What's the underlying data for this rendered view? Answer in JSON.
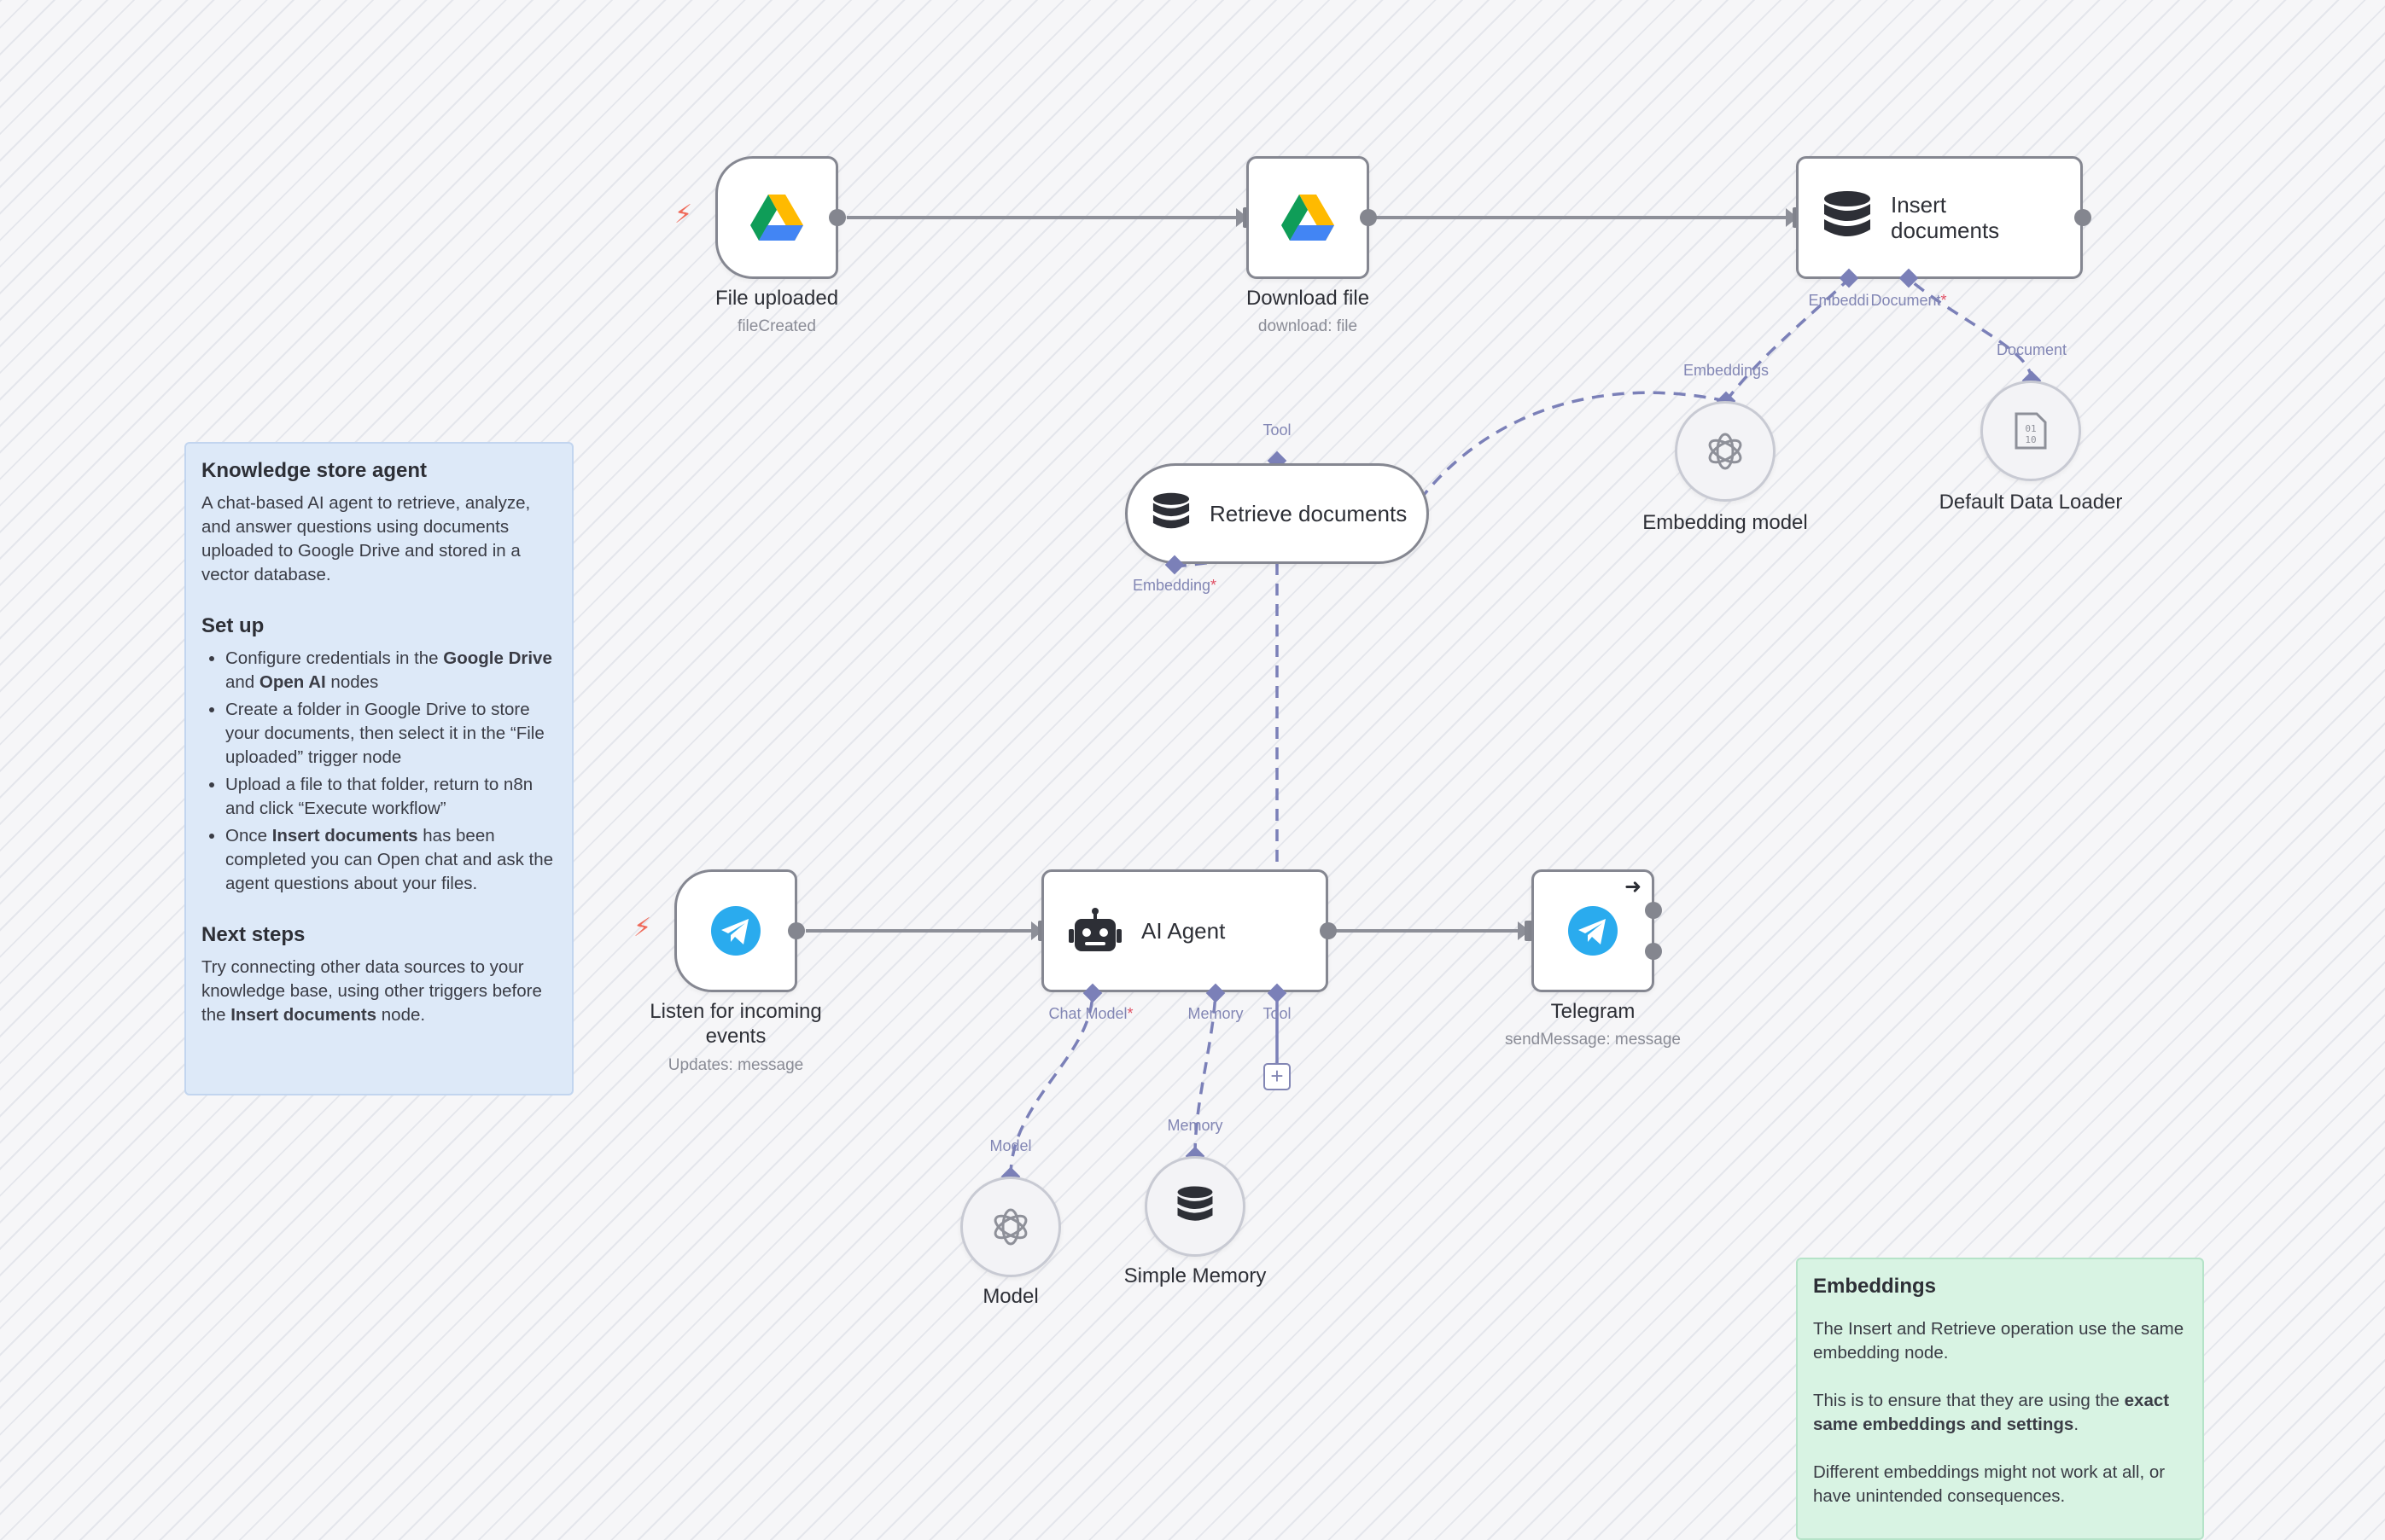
{
  "colors": {
    "accent": "#7b80b8",
    "node_border": "#858791",
    "trigger_bolt": "#ef6a5a",
    "sticky_blue": "#dde9f8",
    "sticky_green": "#d8f3e3"
  },
  "nodes": {
    "file_uploaded": {
      "label": "File uploaded",
      "sub": "fileCreated",
      "icon": "google-drive-icon"
    },
    "download_file": {
      "label": "Download file",
      "sub": "download: file",
      "icon": "google-drive-icon"
    },
    "insert_documents": {
      "label_line1": "Insert",
      "label_line2": "documents",
      "icon": "database-icon"
    },
    "retrieve_documents": {
      "label": "Retrieve documents",
      "icon": "database-icon"
    },
    "embedding_model": {
      "label": "Embedding model",
      "icon": "openai-icon"
    },
    "default_data_loader": {
      "label": "Default Data Loader",
      "icon": "binary-file-icon"
    },
    "listen": {
      "label_line1": "Listen for incoming",
      "label_line2": "events",
      "sub": "Updates: message",
      "icon": "telegram-icon"
    },
    "ai_agent": {
      "label": "AI Agent",
      "icon": "robot-icon"
    },
    "telegram": {
      "label": "Telegram",
      "sub": "sendMessage: message",
      "icon": "telegram-icon"
    },
    "model": {
      "label": "Model",
      "icon": "openai-icon"
    },
    "simple_memory": {
      "label": "Simple Memory",
      "icon": "database-icon"
    }
  },
  "ports": {
    "insert_embedding": "Embeddi",
    "insert_document": "Document",
    "embeddings": "Embeddings",
    "document": "Document",
    "tool_top": "Tool",
    "retrieve_embedding": "Embedding",
    "chat_model": "Chat Model",
    "memory": "Memory",
    "tool": "Tool",
    "model": "Model",
    "memory_bottom": "Memory",
    "required_mark": "*"
  },
  "sticky_knowledge": {
    "title": "Knowledge store agent",
    "intro": "A chat-based AI agent to retrieve, analyze, and answer questions using documents uploaded to Google Drive and stored in a vector database.",
    "setup_title": "Set up",
    "b1_pre": "Configure credentials in the ",
    "b1_bold1": "Google Drive",
    "b1_mid": " and ",
    "b1_bold2": "Open AI",
    "b1_post": " nodes",
    "b2": "Create a folder in Google Drive to store your documents, then select it in the “File uploaded” trigger node",
    "b3": "Upload a file to that folder, return to n8n and click “Execute workflow”",
    "b4_pre": "Once ",
    "b4_bold": "Insert documents",
    "b4_post": " has been completed you can Open chat and ask the agent questions about your files.",
    "next_title": "Next steps",
    "next_pre": "Try connecting other data sources to your knowledge base, using other triggers before the ",
    "next_bold": "Insert documents",
    "next_post": " node."
  },
  "sticky_embeddings": {
    "title": "Embeddings",
    "p1": "The Insert and Retrieve operation use the same embedding node.",
    "p2_pre": "This is to ensure that they are using the ",
    "p2_bold": "exact same embeddings and settings",
    "p2_post": ".",
    "p3": "Different embeddings might not work at all, or have unintended consequences."
  }
}
